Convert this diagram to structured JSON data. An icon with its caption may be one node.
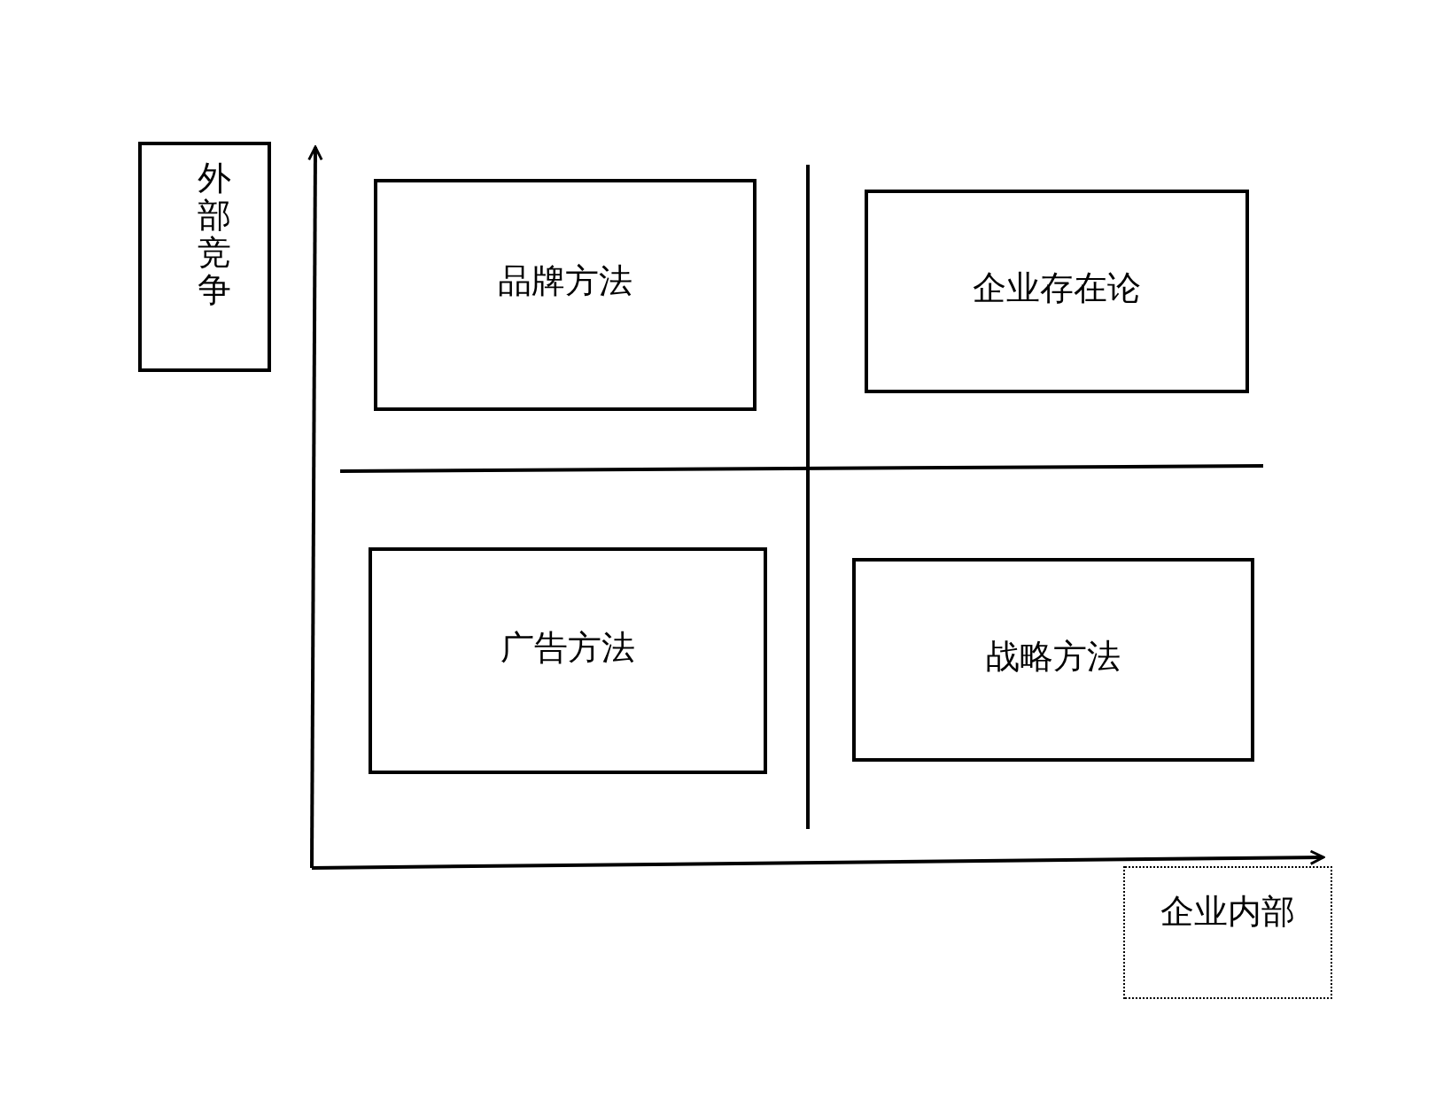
{
  "diagram": {
    "nodes": [
      {
        "text": [
          "外部竞争"
        ]
      },
      {
        "text": [
          "品牌方法"
        ]
      },
      {
        "text": [
          "企业存在论"
        ]
      },
      {
        "text": [
          "广告方法"
        ]
      },
      {
        "text": [
          "战略方法"
        ]
      },
      {
        "text": [
          "企业内部"
        ]
      }
    ]
  }
}
